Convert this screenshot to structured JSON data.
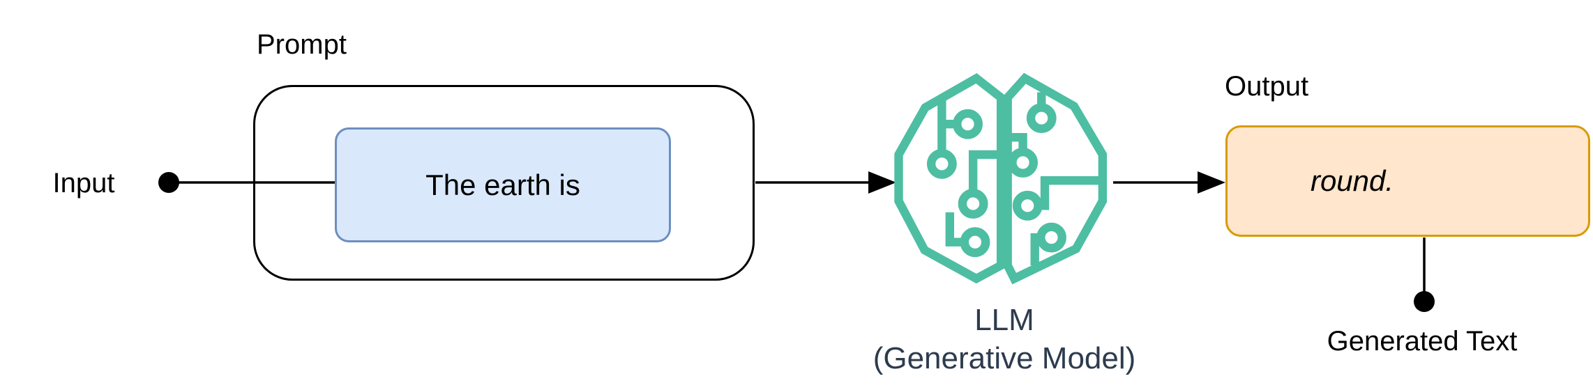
{
  "diagram": {
    "input_label": "Input",
    "prompt_label": "Prompt",
    "prompt_text": "The earth is",
    "llm_label_line1": "LLM",
    "llm_label_line2": "(Generative Model)",
    "output_label": "Output",
    "output_text": "round.",
    "generated_text_label": "Generated Text"
  },
  "icons": {
    "llm_icon_name": "brain-circuit-icon",
    "input_marker": "filled-dot",
    "output_marker": "filled-dot",
    "arrow_style": "solid-black-triangle"
  },
  "colors": {
    "prompt_box_fill": "#dae8fc",
    "prompt_box_border": "#6c8ebf",
    "output_box_fill": "#ffe6cc",
    "output_box_border": "#d79b00",
    "brain_icon": "#4dbea2",
    "llm_label_text": "#2d3b4e",
    "line": "#000000",
    "background": "#ffffff"
  }
}
